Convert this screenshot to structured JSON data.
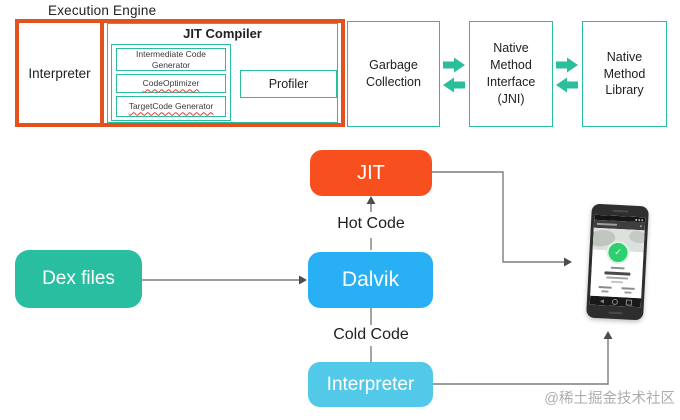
{
  "top": {
    "section_label": "Execution Engine",
    "interpreter_label": "Interpreter",
    "jit_compiler_title": "JIT Compiler",
    "intermediate_line1": "Intermediate Code",
    "intermediate_line2": "Generator",
    "code_optimizer_label": "CodeOptimizer",
    "target_code_label": "TargetCode Generator",
    "profiler_label": "Profiler",
    "garbage_line1": "Garbage",
    "garbage_line2": "Collection",
    "jni_lines": [
      "Native",
      "Method",
      "Interface",
      "(JNI)"
    ],
    "library_lines": [
      "Native",
      "Method",
      "Library"
    ]
  },
  "flow": {
    "dex_files_label": "Dex files",
    "dalvik_label": "Dalvik",
    "jit_label": "JIT",
    "interpreter_label": "Interpreter",
    "hot_code_label": "Hot Code",
    "cold_code_label": "Cold Code"
  },
  "watermark": "@稀土掘金技术社区",
  "icons": {
    "double_arrow_pairs": 2,
    "phone_check_icon": "✓"
  },
  "colors": {
    "orange_border": "#E2511E",
    "jit_fill": "#F84F1E",
    "teal": "#2BBE9C",
    "dalvik_blue": "#29B0F4",
    "interpreter_blue": "#52C9E8",
    "dex_green": "#29BE9F",
    "connector_gray": "#7D7D7D",
    "text_dark": "#212121",
    "watermark_gray": "#ADADAD",
    "phone_shield_green": "#2FCF70"
  }
}
